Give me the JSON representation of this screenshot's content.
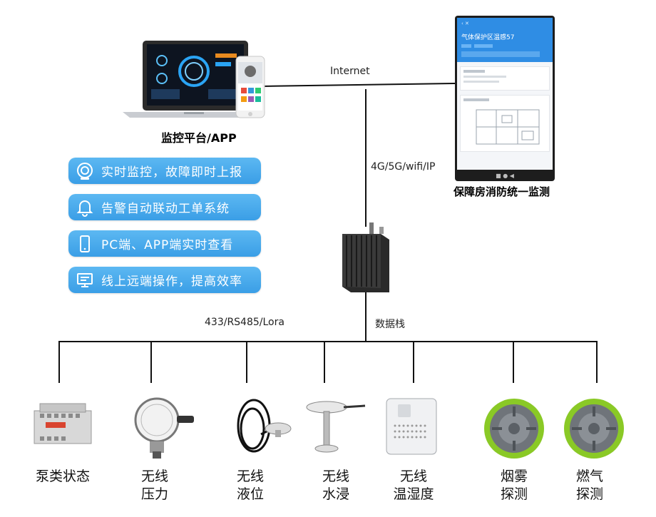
{
  "labels": {
    "internet": "Internet",
    "network": "4G/5G/wifi/IP",
    "bus": "433/RS485/Lora",
    "data_stack": "数据栈",
    "platform": "监控平台/APP",
    "phone_caption": "保障房消防统一监测"
  },
  "features": [
    {
      "icon": "camera-icon",
      "text": "实时监控，故障即时上报"
    },
    {
      "icon": "bell-icon",
      "text": "告警自动联动工单系统"
    },
    {
      "icon": "mobile-icon",
      "text": "PC端、APP端实时查看"
    },
    {
      "icon": "monitor-icon",
      "text": "线上远端操作，提高效率"
    }
  ],
  "devices": [
    {
      "line1": "泵类状态",
      "line2": ""
    },
    {
      "line1": "无线",
      "line2": "压力"
    },
    {
      "line1": "无线",
      "line2": "液位"
    },
    {
      "line1": "无线",
      "line2": "水浸"
    },
    {
      "line1": "无线",
      "line2": "温湿度"
    },
    {
      "line1": "烟雾",
      "line2": "探测"
    },
    {
      "line1": "燃气",
      "line2": "探测"
    }
  ],
  "phone_screen": {
    "title": "气体保护区温感57"
  },
  "colors": {
    "pill": "#3a9ee6",
    "app_header": "#2f8de4"
  }
}
